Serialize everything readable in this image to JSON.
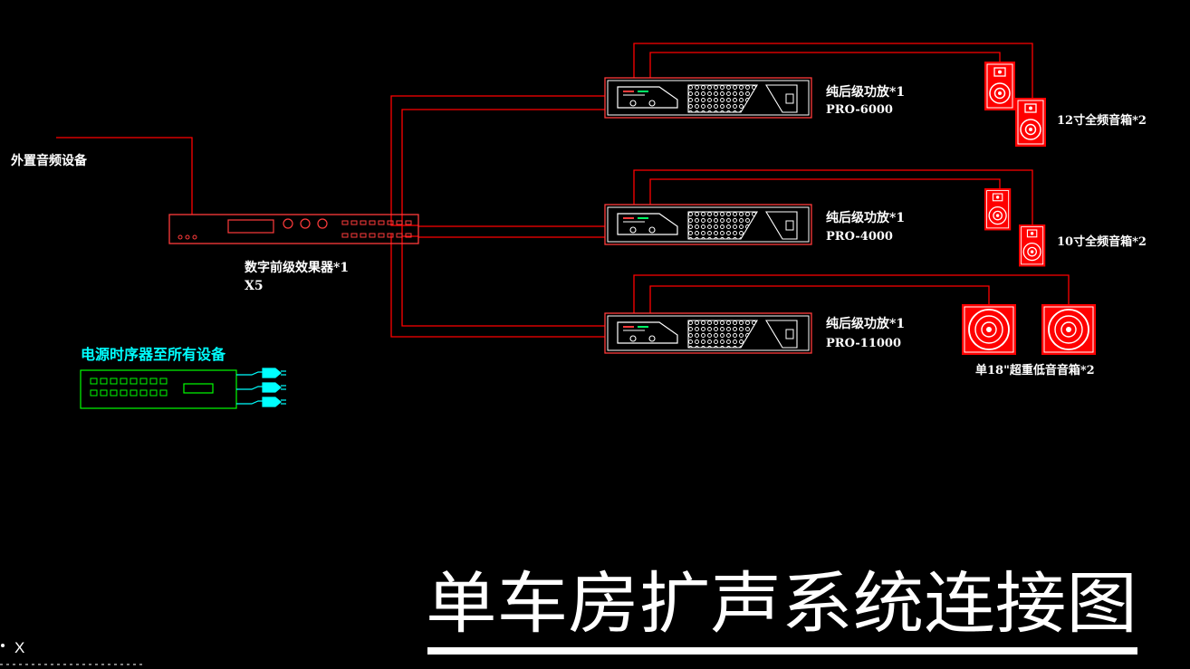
{
  "colors": {
    "background": "#000000",
    "wire": "#ff0000",
    "text": "#ffffff",
    "sequencer": "#00ff00",
    "sequencer_label": "#00ffff",
    "cable": "#00ffff"
  },
  "title": "单车房扩声系统连接图",
  "labels": {
    "external_audio": "外置音频设备",
    "processor_name": "数字前级效果器*1",
    "processor_model": "X5",
    "amp1_name": "纯后级功放*1",
    "amp1_model": "PRO-6000",
    "amp2_name": "纯后级功放*1",
    "amp2_model": "PRO-4000",
    "amp3_name": "纯后级功放*1",
    "amp3_model": "PRO-11000",
    "speaker1": "12寸全频音箱*2",
    "speaker2": "10寸全频音箱*2",
    "speaker3": "单18\"超重低音音箱*2",
    "sequencer": "电源时序器至所有设备"
  },
  "ucs_axis": "X",
  "icons": [
    "processor-icon",
    "amplifier-icon",
    "full-range-speaker-icon",
    "subwoofer-icon",
    "power-sequencer-icon",
    "power-plug-icon"
  ]
}
